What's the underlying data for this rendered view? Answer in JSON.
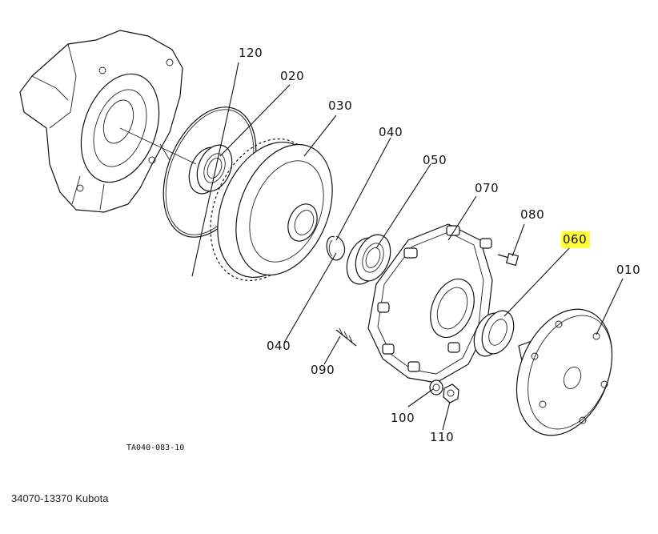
{
  "diagram": {
    "drawing_code": "TA040-083-10",
    "highlight_color": "#ffff33",
    "parts": [
      {
        "id": "p120",
        "label": "120"
      },
      {
        "id": "p020",
        "label": "020"
      },
      {
        "id": "p030",
        "label": "030"
      },
      {
        "id": "p040a",
        "label": "040"
      },
      {
        "id": "p050",
        "label": "050"
      },
      {
        "id": "p070",
        "label": "070"
      },
      {
        "id": "p080",
        "label": "080"
      },
      {
        "id": "p060",
        "label": "060",
        "highlighted": true
      },
      {
        "id": "p010",
        "label": "010"
      },
      {
        "id": "p040b",
        "label": "040"
      },
      {
        "id": "p090",
        "label": "090"
      },
      {
        "id": "p100",
        "label": "100"
      },
      {
        "id": "p110",
        "label": "110"
      }
    ]
  },
  "caption": "34070-13370 Kubota"
}
